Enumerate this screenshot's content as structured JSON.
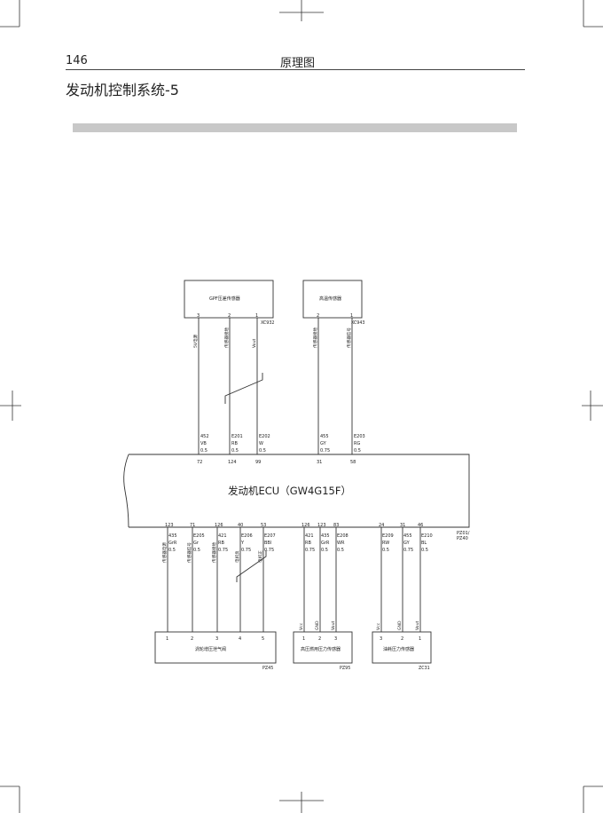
{
  "header": {
    "page_number": "146",
    "section": "原理图",
    "title": "发动机控制系统-5"
  },
  "ecu": {
    "label": "发动机ECU（GW4G15F）",
    "connector": "PZ01/\nPZ40"
  },
  "top_components": [
    {
      "id": "gpf",
      "name": "GPF压差传感器",
      "connector": "XC932",
      "wires": [
        {
          "pin": "3",
          "signal": "5V电源",
          "circuit": "452",
          "color": "VB",
          "size": "0.5",
          "ecu_pin": "72"
        },
        {
          "pin": "2",
          "signal": "传感器接地",
          "circuit": "E201",
          "color": "RB",
          "size": "0.5",
          "ecu_pin": "124"
        },
        {
          "pin": "1",
          "signal": "Vout",
          "circuit": "E202",
          "color": "W",
          "size": "0.5",
          "ecu_pin": "99"
        }
      ]
    },
    {
      "id": "temp",
      "name": "高温传感器",
      "connector": "XC943",
      "wires": [
        {
          "pin": "2",
          "signal": "传感器接地",
          "circuit": "455",
          "color": "GY",
          "size": "0.75",
          "ecu_pin": "31"
        },
        {
          "pin": "1",
          "signal": "传感器信号",
          "circuit": "E203",
          "color": "RG",
          "size": "0.5",
          "ecu_pin": "58"
        }
      ]
    }
  ],
  "bottom_components": [
    {
      "id": "turbo",
      "name": "涡轮增压泄气阀",
      "connector": "PZ45",
      "wires": [
        {
          "pin": "1",
          "signal": "传感器电源",
          "circuit": "435",
          "color": "GrR",
          "size": "0.5",
          "ecu_pin": "123"
        },
        {
          "pin": "2",
          "signal": "传感器信号",
          "circuit": "E205",
          "color": "Gr",
          "size": "0.5",
          "ecu_pin": "71"
        },
        {
          "pin": "3",
          "signal": "传感器接地",
          "circuit": "421",
          "color": "RB",
          "size": "0.75",
          "ecu_pin": "126"
        },
        {
          "pin": "4",
          "signal": "电机负",
          "circuit": "E206",
          "color": "Y",
          "size": "0.75",
          "ecu_pin": "40"
        },
        {
          "pin": "5",
          "signal": "电机正",
          "circuit": "E207",
          "color": "BBl",
          "size": "0.75",
          "ecu_pin": "53"
        }
      ]
    },
    {
      "id": "hpfuel",
      "name": "高压燃用压力传感器",
      "connector": "PZ95",
      "wires": [
        {
          "pin": "1",
          "signal": "Vcc",
          "circuit": "421",
          "color": "RB",
          "size": "0.75",
          "ecu_pin": "126"
        },
        {
          "pin": "2",
          "signal": "GND",
          "circuit": "435",
          "color": "GrR",
          "size": "0.5",
          "ecu_pin": "123"
        },
        {
          "pin": "3",
          "signal": "Vout",
          "circuit": "E208",
          "color": "WR",
          "size": "0.5",
          "ecu_pin": "83"
        }
      ]
    },
    {
      "id": "oil",
      "name": "油耗压力传感器",
      "connector": "ZC31",
      "wires": [
        {
          "pin": "3",
          "signal": "Vcc",
          "circuit": "E209",
          "color": "RW",
          "size": "0.5",
          "ecu_pin": "24"
        },
        {
          "pin": "2",
          "signal": "GND",
          "circuit": "455",
          "color": "GY",
          "size": "0.75",
          "ecu_pin": "31"
        },
        {
          "pin": "1",
          "signal": "Vout",
          "circuit": "E210",
          "color": "BL",
          "size": "0.5",
          "ecu_pin": "46"
        }
      ]
    }
  ],
  "colors": {
    "line": "#333333",
    "bar": "#c8c8c8",
    "highlight": "#2e9e3e"
  }
}
